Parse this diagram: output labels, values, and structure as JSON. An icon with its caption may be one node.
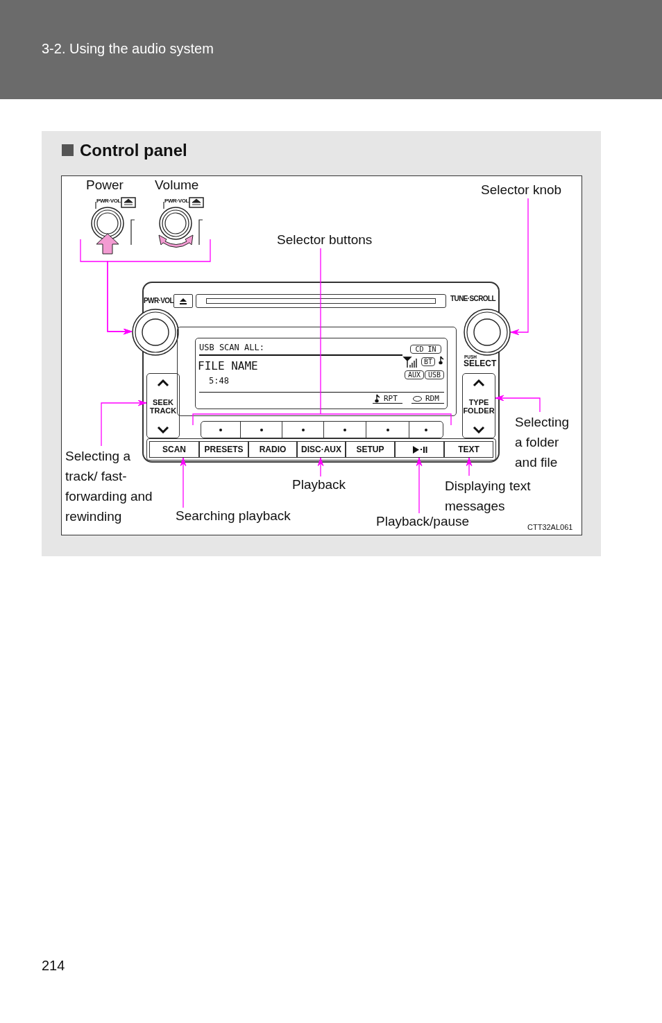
{
  "diagram": {
    "title": "Control panel",
    "nodes": [
      {
        "text": [
          "Power"
        ]
      },
      {
        "text": [
          "Volume"
        ]
      },
      {
        "text": [
          "Selector knob"
        ]
      },
      {
        "text": [
          "Selector buttons"
        ]
      },
      {
        "text": [],
        "shape": "box"
      },
      {
        "text": [],
        "shape": "circle",
        "in": 4,
        "beside": [
          "PWR·VOL"
        ]
      },
      {
        "text": [],
        "shape": "circle",
        "in": 4,
        "beside": [
          "TUNE·SCROLL",
          "PUSH",
          "SELECT"
        ]
      },
      {
        "text": [
          "USB SCAN ALL:",
          "FILE NAME",
          "5:48",
          "CD IN",
          "BT",
          "AUX",
          "USB",
          "RPT",
          "RDM"
        ],
        "in": 4
      },
      {
        "text": [
          "SEEK TRACK"
        ],
        "in": 4
      },
      {
        "text": [
          "TYPE FOLDER"
        ],
        "in": 4
      },
      {
        "text": [],
        "shape": "box",
        "in": 4
      },
      {
        "text": [
          "SCAN"
        ],
        "in": 4
      },
      {
        "text": [
          "PRESETS"
        ],
        "in": 4
      },
      {
        "text": [
          "RADIO"
        ],
        "in": 4
      },
      {
        "text": [
          "DISC·AUX"
        ],
        "in": 4
      },
      {
        "text": [
          "SETUP"
        ],
        "in": 4
      },
      {
        "text": [],
        "shape": "box",
        "in": 4
      },
      {
        "text": [
          "TEXT"
        ],
        "in": 4
      },
      {
        "text": [
          "Selecting a folder and file"
        ]
      },
      {
        "text": [
          "Selecting a track/ fast-forwarding and rewinding"
        ]
      },
      {
        "text": [
          "Playback"
        ]
      },
      {
        "text": [
          "Displaying text messages"
        ]
      },
      {
        "text": [
          "Searching playback"
        ]
      },
      {
        "text": [
          "Playback/pause"
        ]
      }
    ],
    "edges": [
      {
        "from": 0,
        "to": 5,
        "arrow": "to"
      },
      {
        "from": 1,
        "to": 5,
        "arrow": "to"
      },
      {
        "from": 2,
        "to": 6,
        "arrow": "to"
      },
      {
        "from": 3,
        "to": 10,
        "arrow": "none"
      },
      {
        "from": 19,
        "to": 8,
        "arrow": "to"
      },
      {
        "from": 18,
        "to": 9,
        "arrow": "to"
      },
      {
        "from": 22,
        "to": 11,
        "arrow": "to"
      },
      {
        "from": 20,
        "to": 14,
        "arrow": "to"
      },
      {
        "from": 23,
        "to": 16,
        "arrow": "to"
      },
      {
        "from": 21,
        "to": 17,
        "arrow": "to"
      }
    ],
    "labels": [
      "3-2. Using the audio system",
      "PWR·VOL",
      "PWR·VOL",
      "CTT32AL061",
      "214"
    ]
  }
}
